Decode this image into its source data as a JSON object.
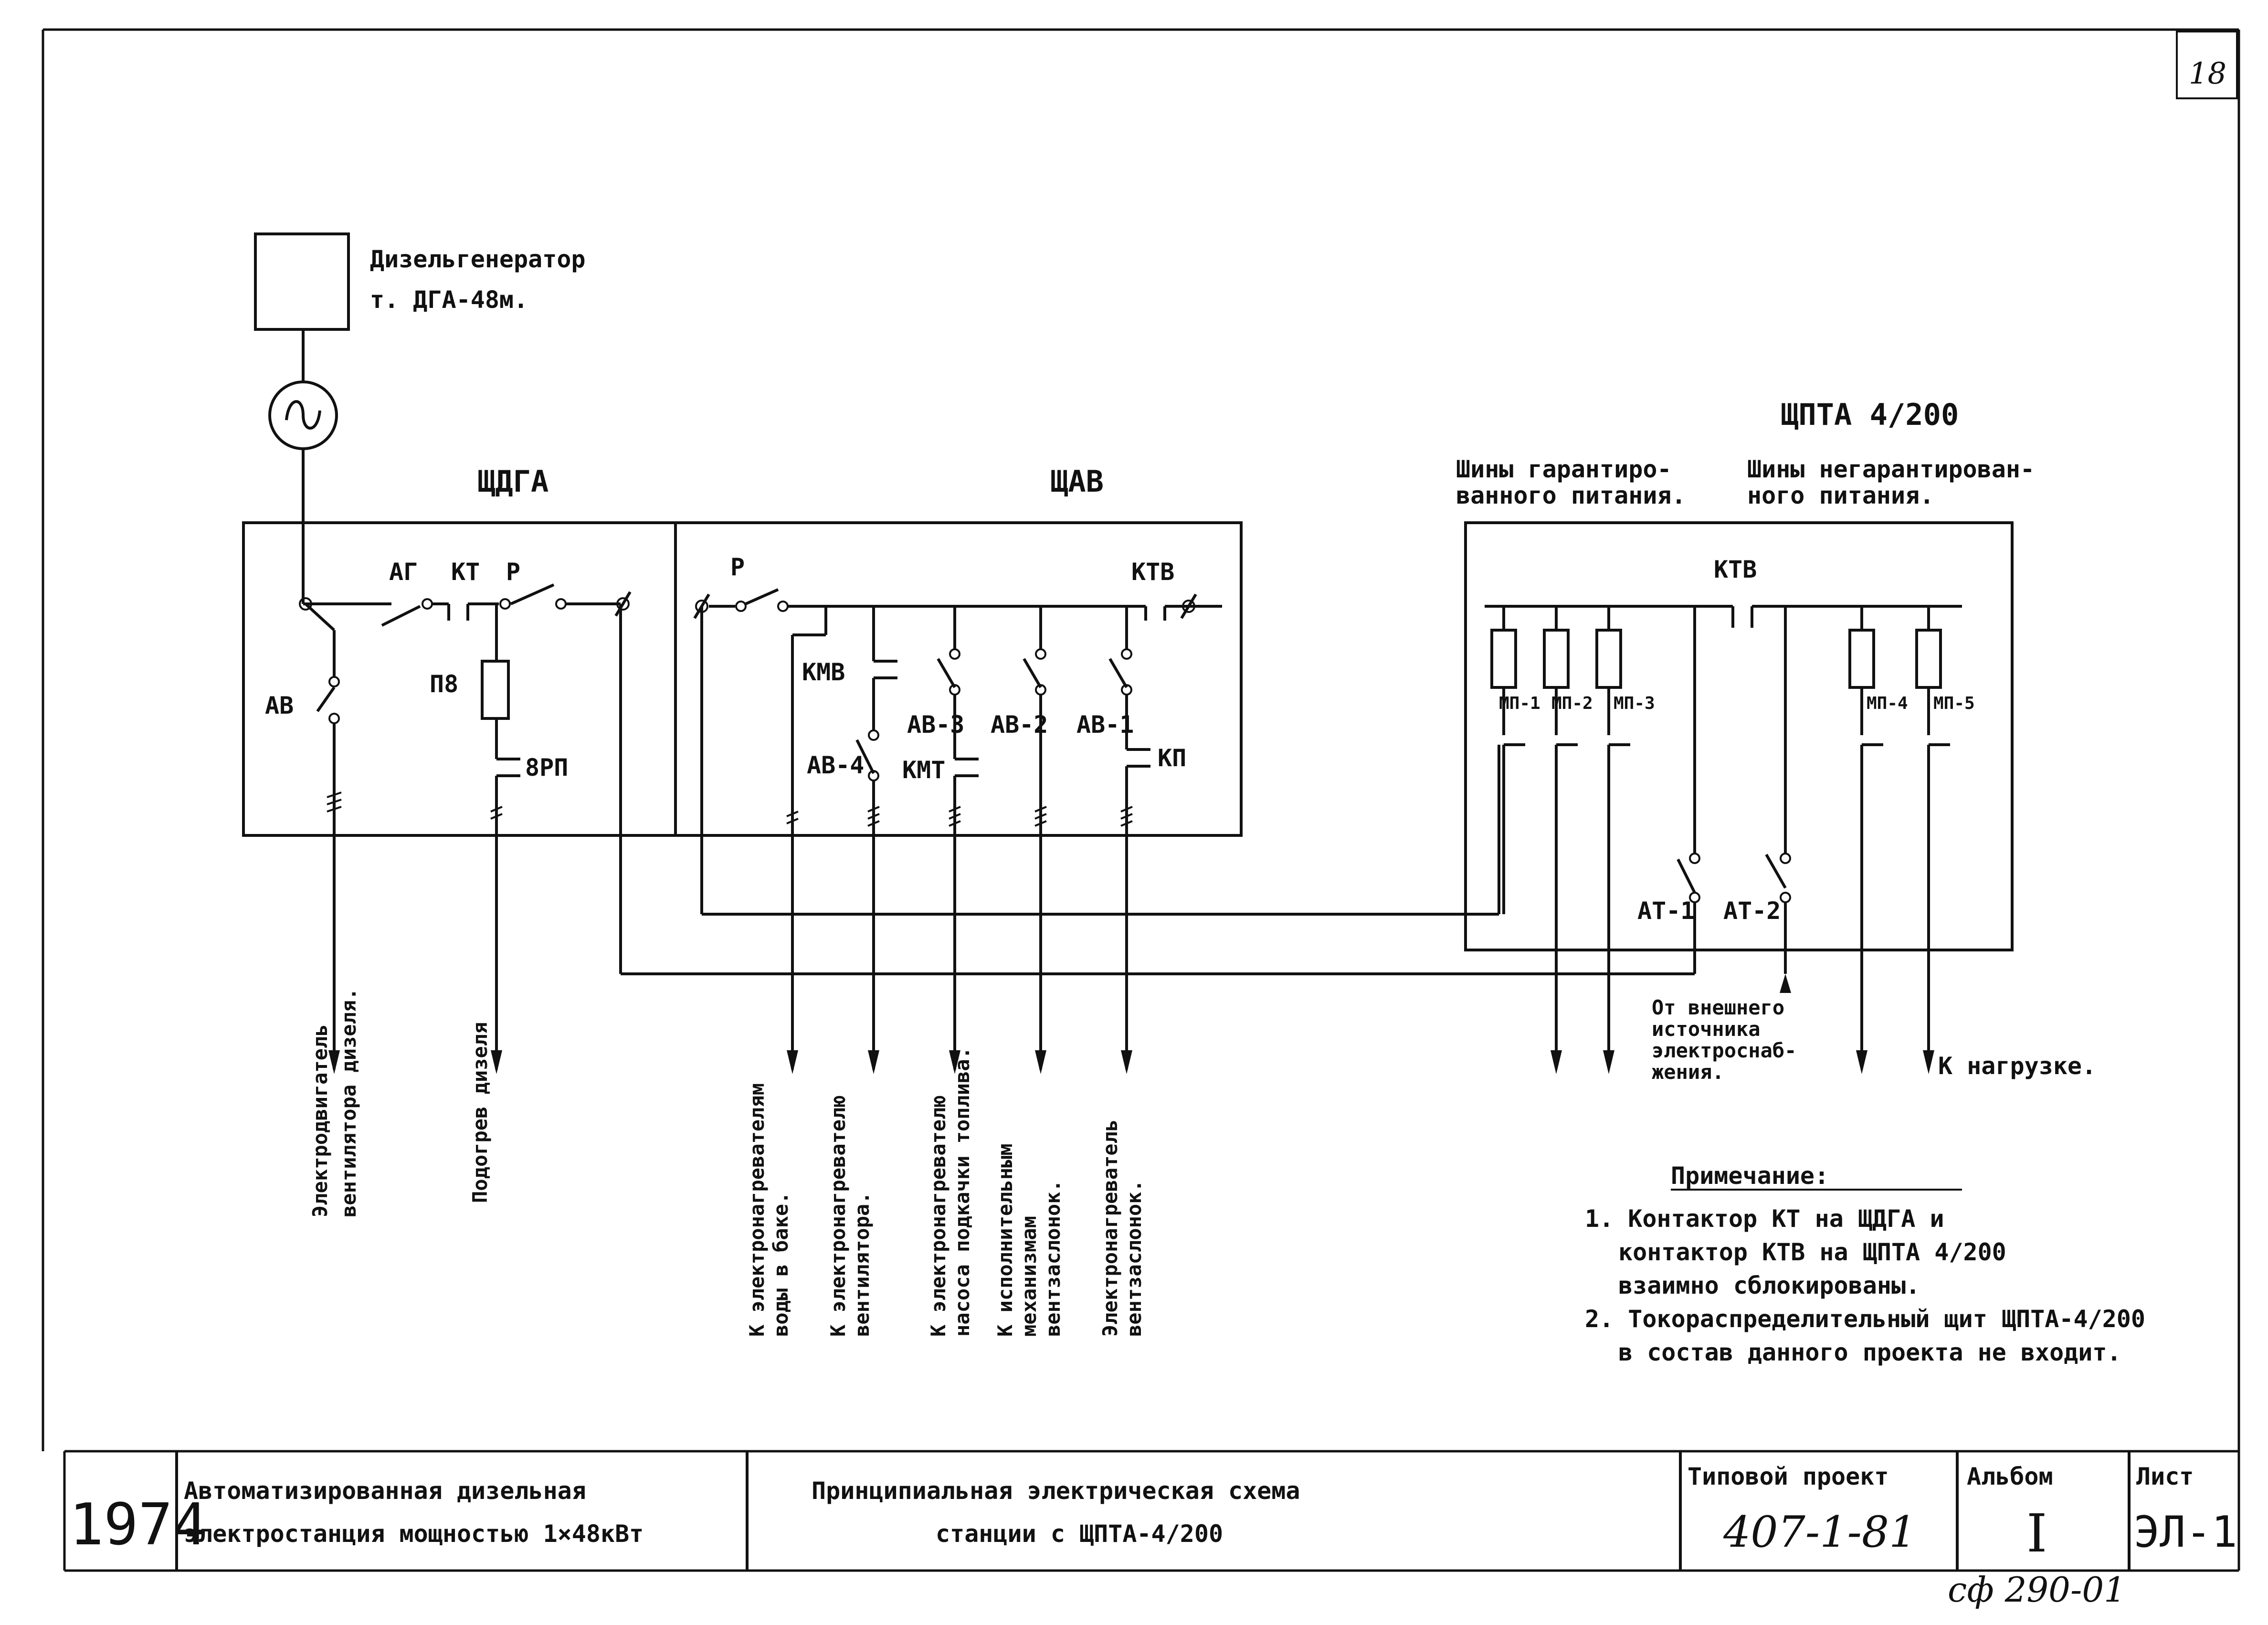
{
  "sheet_number": "18",
  "generator": {
    "line1": "Дизельгенератор",
    "line2": "т. ДГА-48м."
  },
  "panels": {
    "shdga": "ЩДГА",
    "shav": "ЩАВ",
    "shpta": "ЩПТА 4/200"
  },
  "buses": {
    "guaranteed_1": "Шины гарантиро-",
    "guaranteed_2": "ванного питания.",
    "nonguaranteed_1": "Шины негарантирован-",
    "nonguaranteed_2": "ного питания."
  },
  "labels": {
    "ag": "АГ",
    "kt": "КТ",
    "r1": "Р",
    "av": "АВ",
    "p8": "П8",
    "rp8": "8РП",
    "r2": "Р",
    "ktv1": "КТВ",
    "kmv": "КМВ",
    "av3": "АВ-3",
    "av2": "АВ-2",
    "av1": "АВ-1",
    "av4": "АВ-4",
    "kmt": "КМТ",
    "kp": "КП",
    "ktv2": "КТВ",
    "mp1": "МП-1",
    "mp2": "МП-2",
    "mp3": "МП-3",
    "mp4": "МП-4",
    "mp5": "МП-5",
    "at1": "АТ-1",
    "at2": "АТ-2"
  },
  "outputs": {
    "o1a": "Электродвигатель",
    "o1b": "вентилятора дизеля.",
    "o2a": "Подогрев дизеля",
    "o3a": "К электронагревателям",
    "o3b": "воды в баке.",
    "o4a": "К электронагревателю",
    "o4b": "вентилятора.",
    "o5a": "К электронагревателю",
    "o5b": "насоса подкачки топлива.",
    "o6a": "К исполнительным",
    "o6b": "механизмам",
    "o6c": "вентзаслонок.",
    "o7a": "Электронагреватель",
    "o7b": "вентзаслонок."
  },
  "external_source": {
    "l1": "От внешнего",
    "l2": "источника",
    "l3": "электроснаб-",
    "l4": "жения."
  },
  "load": "К нагрузке.",
  "notes": {
    "title": "Примечание:",
    "n1a": "1. Контактор КТ на ЩДГА и",
    "n1b": "контактор КТВ на ЩПТА 4/200",
    "n1c": "взаимно сблокированы.",
    "n2a": "2. Токораспределительный щит ЩПТА-4/200",
    "n2b": "в состав данного проекта не входит."
  },
  "title_block": {
    "year": "1974",
    "project_name_1": "Автоматизированная дизельная",
    "project_name_2": "электростанция мощностью 1×48кВт",
    "drawing_title_1": "Принципиальная электрическая схема",
    "drawing_title_2": "станции с ЩПТА-4/200",
    "typical_project_label": "Типовой проект",
    "typical_project_value": "407-1-81",
    "album_label": "Альбом",
    "album_value": "I",
    "sheet_label": "Лист",
    "sheet_value": "ЭЛ-1"
  },
  "stamp": "сф 290-01"
}
